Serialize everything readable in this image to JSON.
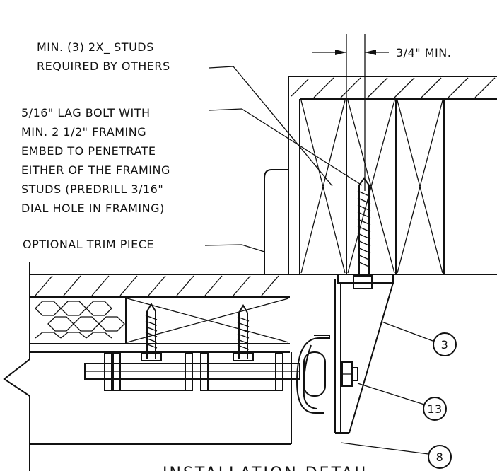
{
  "notes": {
    "studs": [
      "MIN. (3) 2X_ STUDS",
      "REQUIRED BY OTHERS"
    ],
    "clearance": "3/4\" MIN.",
    "lag_bolt": [
      "5/16\" LAG BOLT WITH",
      "MIN. 2 1/2\" FRAMING",
      "EMBED TO PENETRATE",
      "EITHER OF THE FRAMING",
      "STUDS (PREDRILL 3/16\"",
      "DIAL HOLE IN FRAMING)"
    ],
    "trim": "OPTIONAL TRIM PIECE"
  },
  "callouts": {
    "c3": "3",
    "c13": "13",
    "c8": "8"
  },
  "title": "INSTALLATION DETAIL"
}
